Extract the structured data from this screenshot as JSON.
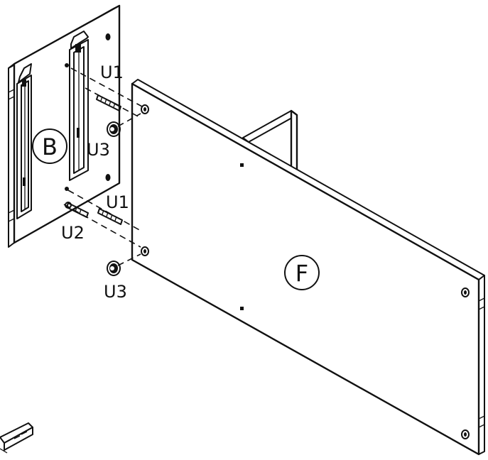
{
  "labels": {
    "panel_b": "B",
    "panel_f": "F",
    "u1_top": "U1",
    "u1_bottom": "U1",
    "u2": "U2",
    "u3_top": "U3",
    "u3_bottom": "U3"
  },
  "colors": {
    "line": "#111111",
    "background": "#ffffff"
  }
}
